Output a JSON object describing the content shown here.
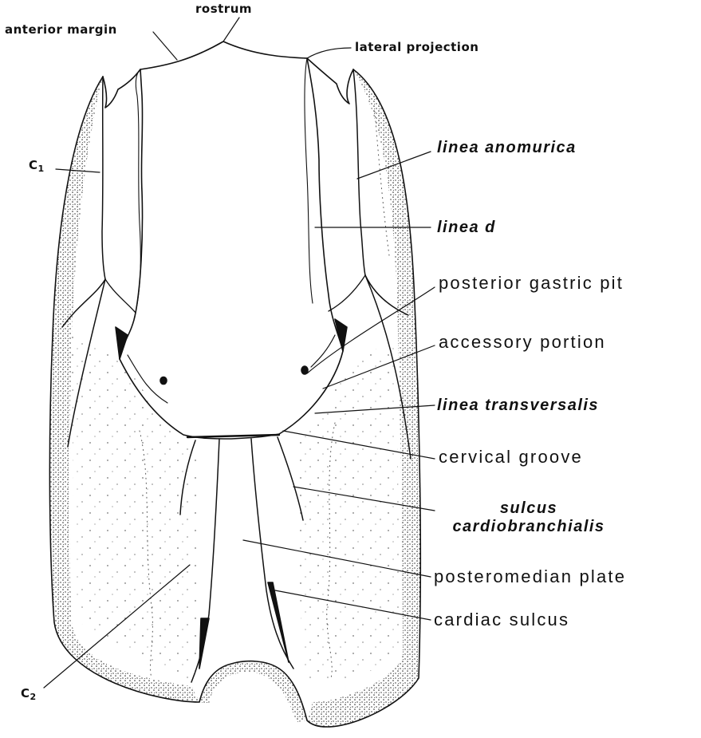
{
  "labels": {
    "rostrum": "rostrum",
    "anterior_margin": "anterior margin",
    "lateral_projection": "lateral projection",
    "linea_anomurica": "linea anomurica",
    "linea_d": "linea d",
    "posterior_gastric_pit": "posterior gastric pit",
    "accessory_portion": "accessory portion",
    "linea_transversalis": "linea transversalis",
    "cervical_groove": "cervical groove",
    "sulcus": "sulcus",
    "cardiobranchialis": "cardiobranchialis",
    "posteromedian_plate": "posteromedian plate",
    "cardiac_sulcus": "cardiac sulcus",
    "c1_letter": "C",
    "c1_sub": "1",
    "c2_letter": "C",
    "c2_sub": "2"
  },
  "colors": {
    "ink": "#111111",
    "stipple": "#222222"
  }
}
